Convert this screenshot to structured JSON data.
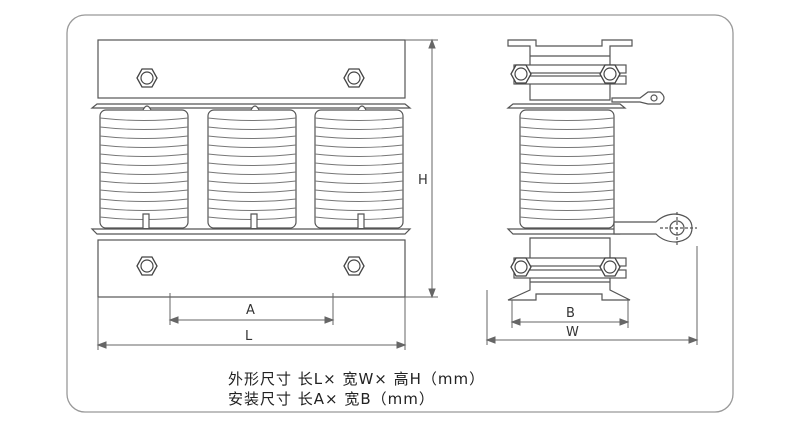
{
  "dimensions": {
    "height_label": "H",
    "width_a_label": "A",
    "length_label": "L",
    "width_b_label": "B",
    "width_w_label": "W"
  },
  "captions": {
    "line1": "外形尺寸 长L× 宽W× 高H（mm）",
    "line2": "安装尺寸 长A× 宽B（mm）"
  },
  "colors": {
    "line": "#555555",
    "frame": "#999999",
    "fill": "#ffffff"
  },
  "icons": {
    "bolt": "hex-bolt-icon",
    "terminal": "ring-terminal-icon"
  }
}
